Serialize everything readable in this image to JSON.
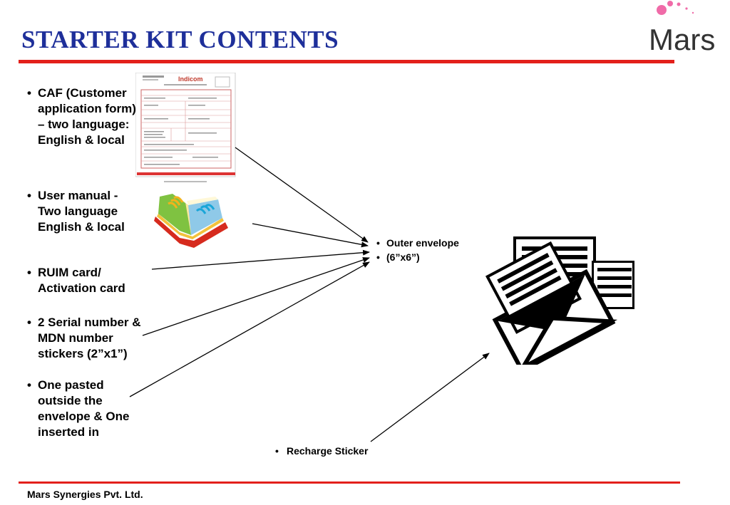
{
  "slide": {
    "title": "STARTER KIT CONTENTS",
    "logo_text": "Mars",
    "footer": "Mars Synergies Pvt. Ltd."
  },
  "items": [
    {
      "bullet": "•",
      "text": "CAF (Customer application form) – two language: English & local"
    },
    {
      "bullet": "•",
      "text": "User manual - Two language English & local"
    },
    {
      "bullet": "•",
      "text": "RUIM card/ Activation card"
    },
    {
      "bullet": "•",
      "text": "2 Serial number & MDN number stickers (2”x1”)"
    },
    {
      "bullet": "•",
      "text": "One pasted outside the envelope & One inserted in"
    }
  ],
  "envelope": {
    "lines": [
      {
        "bullet": "•",
        "text": "Outer envelope"
      },
      {
        "bullet": "•",
        "text": "(6”x6”)"
      }
    ]
  },
  "recharge": {
    "bullet": "•",
    "text": "Recharge Sticker"
  },
  "colors": {
    "title": "#1e2f9a",
    "rule": "#e3201b",
    "logo_dot": "#f06ba8"
  },
  "icons": [
    "application-form-image",
    "user-manual-book-icon",
    "envelope-letter-icon",
    "mars-logo"
  ]
}
